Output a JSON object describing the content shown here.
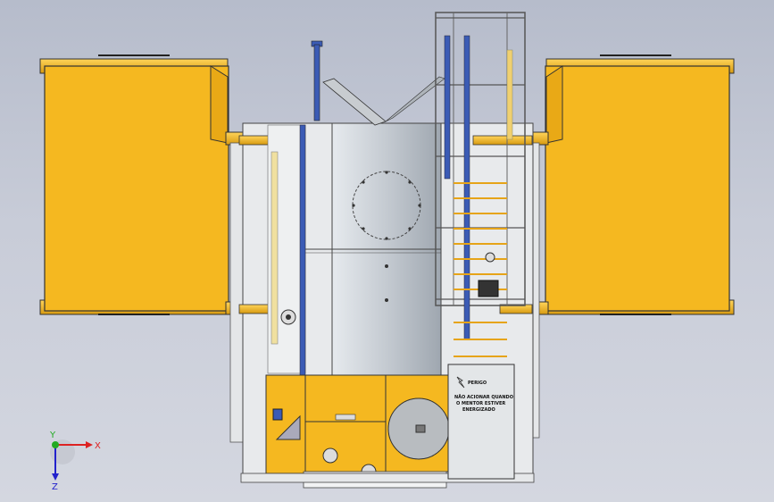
{
  "warning_plate": {
    "title": "PERIGO",
    "lines": [
      "NÃO ACIONAR QUANDO",
      "O MENTOR ESTIVER",
      "ENERGIZADO"
    ]
  },
  "triad": {
    "x_label": "X",
    "y_label": "Y",
    "z_label": "Z"
  },
  "colors": {
    "viewport_top": "#b6bccb",
    "panel_yellow": "#f5b820",
    "tank_silver": "#cdd3d9",
    "frame_grey": "#d9dcde",
    "ladder_blue": "#3b5bb5"
  }
}
